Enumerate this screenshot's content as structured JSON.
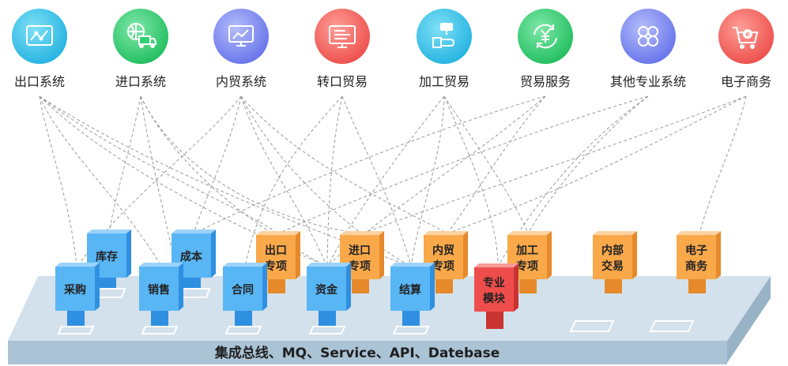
{
  "systems": [
    {
      "label": "出口系统",
      "icon": "line-chart-icon",
      "color": "#3cc4e8"
    },
    {
      "label": "进口系统",
      "icon": "globe-truck-icon",
      "color": "#2fcf74"
    },
    {
      "label": "内贸系统",
      "icon": "monitor-chart-icon",
      "color": "#7a86f0"
    },
    {
      "label": "转口贸易",
      "icon": "document-screen-icon",
      "color": "#f2625e"
    },
    {
      "label": "加工贸易",
      "icon": "hand-tool-icon",
      "color": "#3cc4e8"
    },
    {
      "label": "贸易服务",
      "icon": "yen-refresh-icon",
      "color": "#2fcf74"
    },
    {
      "label": "其他专业系统",
      "icon": "clover-grid-icon",
      "color": "#7a86f0"
    },
    {
      "label": "电子商务",
      "icon": "shopping-cart-icon",
      "color": "#f2625e"
    }
  ],
  "modules_blue_back": [
    {
      "line1": "库存"
    },
    {
      "line1": "成本"
    }
  ],
  "modules_blue_front": [
    {
      "line1": "采购"
    },
    {
      "line1": "销售"
    },
    {
      "line1": "合同"
    },
    {
      "line1": "资金"
    },
    {
      "line1": "结算"
    }
  ],
  "modules_orange": [
    {
      "line1": "出口",
      "line2": "专项"
    },
    {
      "line1": "进口",
      "line2": "专项"
    },
    {
      "line1": "内贸",
      "line2": "专项"
    },
    {
      "line1": "加工",
      "line2": "专项"
    },
    {
      "line1": "内部",
      "line2": "交易"
    },
    {
      "line1": "电子",
      "line2": "商务"
    }
  ],
  "module_red": {
    "line1": "专业",
    "line2": "模块"
  },
  "bus": {
    "label": "集成总线、MQ、Service、API、Datebase"
  },
  "colors": {
    "blue_front": "#58b6f5",
    "blue_side": "#2f8fe0",
    "blue_top": "#9bd3fb",
    "orange_front": "#f9a84a",
    "orange_side": "#e5892a",
    "orange_top": "#fcd1a0",
    "red_front": "#ef4d4b",
    "red_side": "#c93331",
    "red_top": "#f69b9a",
    "platform_top": "#cfdde8",
    "platform_front": "#a8c1d3"
  }
}
